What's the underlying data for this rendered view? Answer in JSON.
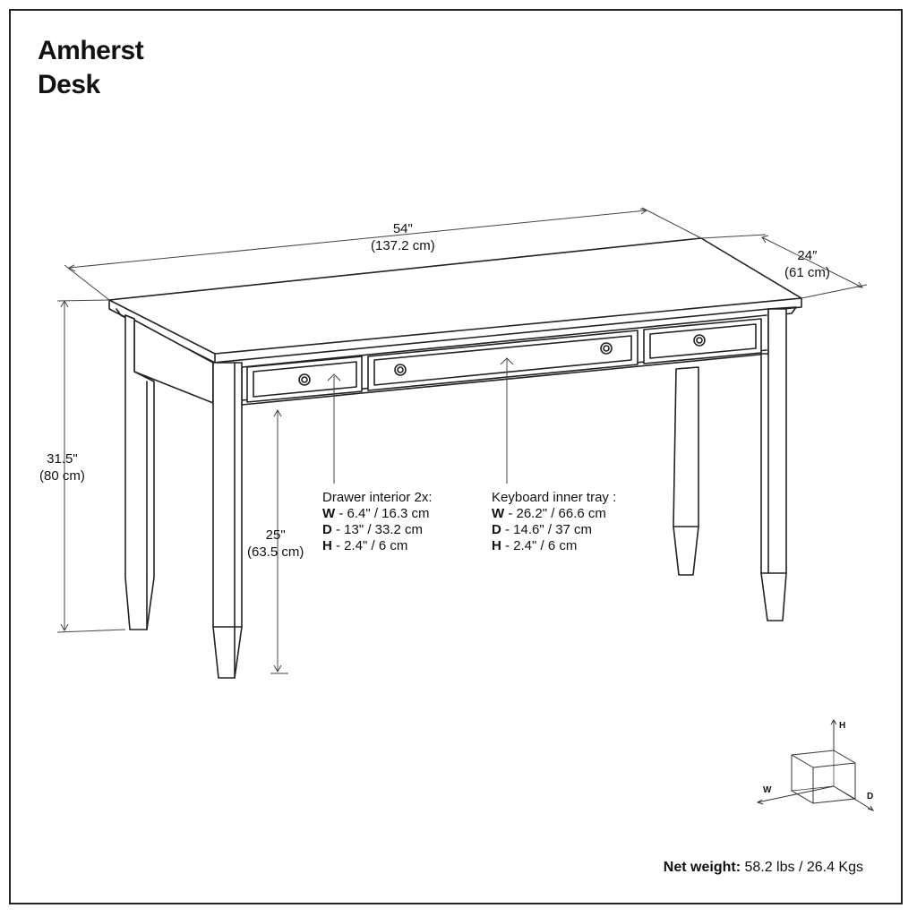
{
  "title": {
    "line1": "Amherst",
    "line2": "Desk"
  },
  "dimensions": {
    "width_in": "54\"",
    "width_cm": "(137.2 cm)",
    "depth_in": "24″",
    "depth_cm": "(61 cm)",
    "height_in": "31.5\"",
    "height_cm": "(80 cm)",
    "clearance_in": "25\"",
    "clearance_cm": "(63.5 cm)"
  },
  "drawer": {
    "heading": "Drawer interior 2x:",
    "w_key": "W",
    "w_val": " - 6.4\" / 16.3 cm",
    "d_key": "D",
    "d_val": " - 13\" / 33.2 cm",
    "h_key": "H",
    "h_val": " - 2.4\" / 6 cm"
  },
  "tray": {
    "heading": "Keyboard inner tray :",
    "w_key": "W",
    "w_val": " - 26.2\" / 66.6 cm",
    "d_key": "D",
    "d_val": " - 14.6\" / 37 cm",
    "h_key": "H",
    "h_val": " - 2.4\" / 6 cm"
  },
  "axes": {
    "h": "H",
    "w": "W",
    "d": "D"
  },
  "weight": {
    "label": "Net weight:",
    "value": " 58.2 lbs / 26.4 Kgs"
  },
  "colors": {
    "line": "#222222",
    "background": "#ffffff"
  }
}
